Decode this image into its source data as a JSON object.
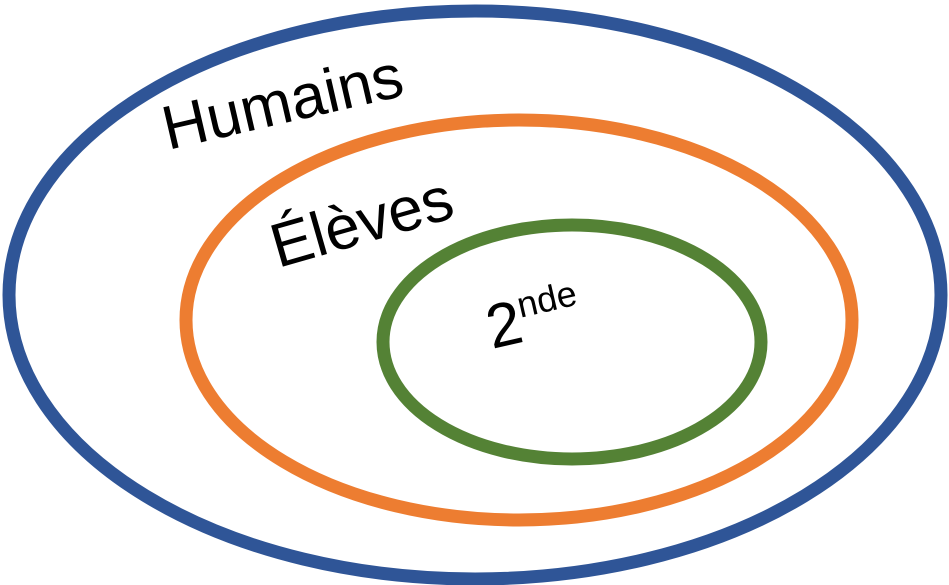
{
  "diagram": {
    "type": "nested-sets",
    "sets": [
      {
        "id": "outer",
        "label": "Humains",
        "color": "#2F5597"
      },
      {
        "id": "middle",
        "label": "Élèves",
        "color": "#ED7D31"
      },
      {
        "id": "inner",
        "label_base": "2",
        "label_sup": "nde",
        "color": "#548235"
      }
    ]
  }
}
